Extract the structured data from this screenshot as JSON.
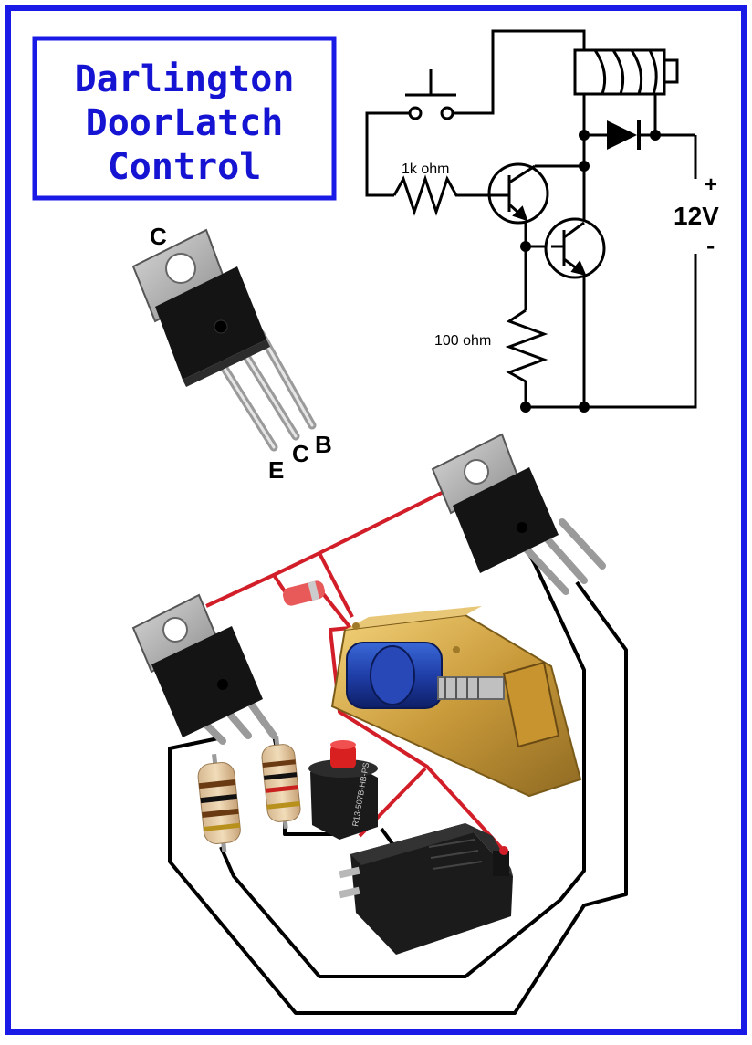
{
  "title": {
    "line1": "Darlington",
    "line2": "DoorLatch",
    "line3": "Control"
  },
  "schematic": {
    "resistor_base": "1k ohm",
    "resistor_emitter": "100 ohm",
    "supply_plus": "+",
    "supply_voltage": "12V",
    "supply_minus": "-"
  },
  "pinout": {
    "tab_label": "C",
    "pin_e": "E",
    "pin_c": "C",
    "pin_b": "B"
  },
  "part_markings": {
    "pushbutton_text": "R13-507B-HB-PS"
  },
  "colors": {
    "frame": "#1a1ae6",
    "title": "#1414d2",
    "red_wire": "#d21e28",
    "black_wire": "#000000"
  }
}
